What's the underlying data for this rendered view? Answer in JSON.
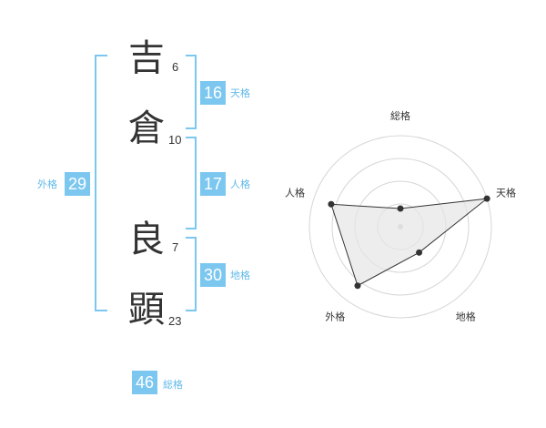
{
  "name": {
    "chars": [
      {
        "char": "吉",
        "strokes": "6"
      },
      {
        "char": "倉",
        "strokes": "10"
      },
      {
        "char": "良",
        "strokes": "7"
      },
      {
        "char": "顕",
        "strokes": "23"
      }
    ]
  },
  "kaku": {
    "tenkaku": {
      "value": "16",
      "label": "天格"
    },
    "jinkaku": {
      "value": "17",
      "label": "人格"
    },
    "chikaku": {
      "value": "30",
      "label": "地格"
    },
    "gaikaku": {
      "value": "29",
      "label": "外格"
    },
    "soukaku": {
      "value": "46",
      "label": "総格"
    }
  },
  "chart_data": {
    "type": "radar",
    "axes": [
      "総格",
      "天格",
      "地格",
      "外格",
      "人格"
    ],
    "values": [
      0.2,
      1.0,
      0.35,
      0.8,
      0.8
    ],
    "max": 1,
    "rings": 4,
    "grid": true
  },
  "colors": {
    "accent": "#7cc7f0",
    "label_text": "#62b9ea",
    "radar_fill": "#e6e6e6",
    "radar_line": "#333333",
    "grid": "#d6d6d6"
  }
}
